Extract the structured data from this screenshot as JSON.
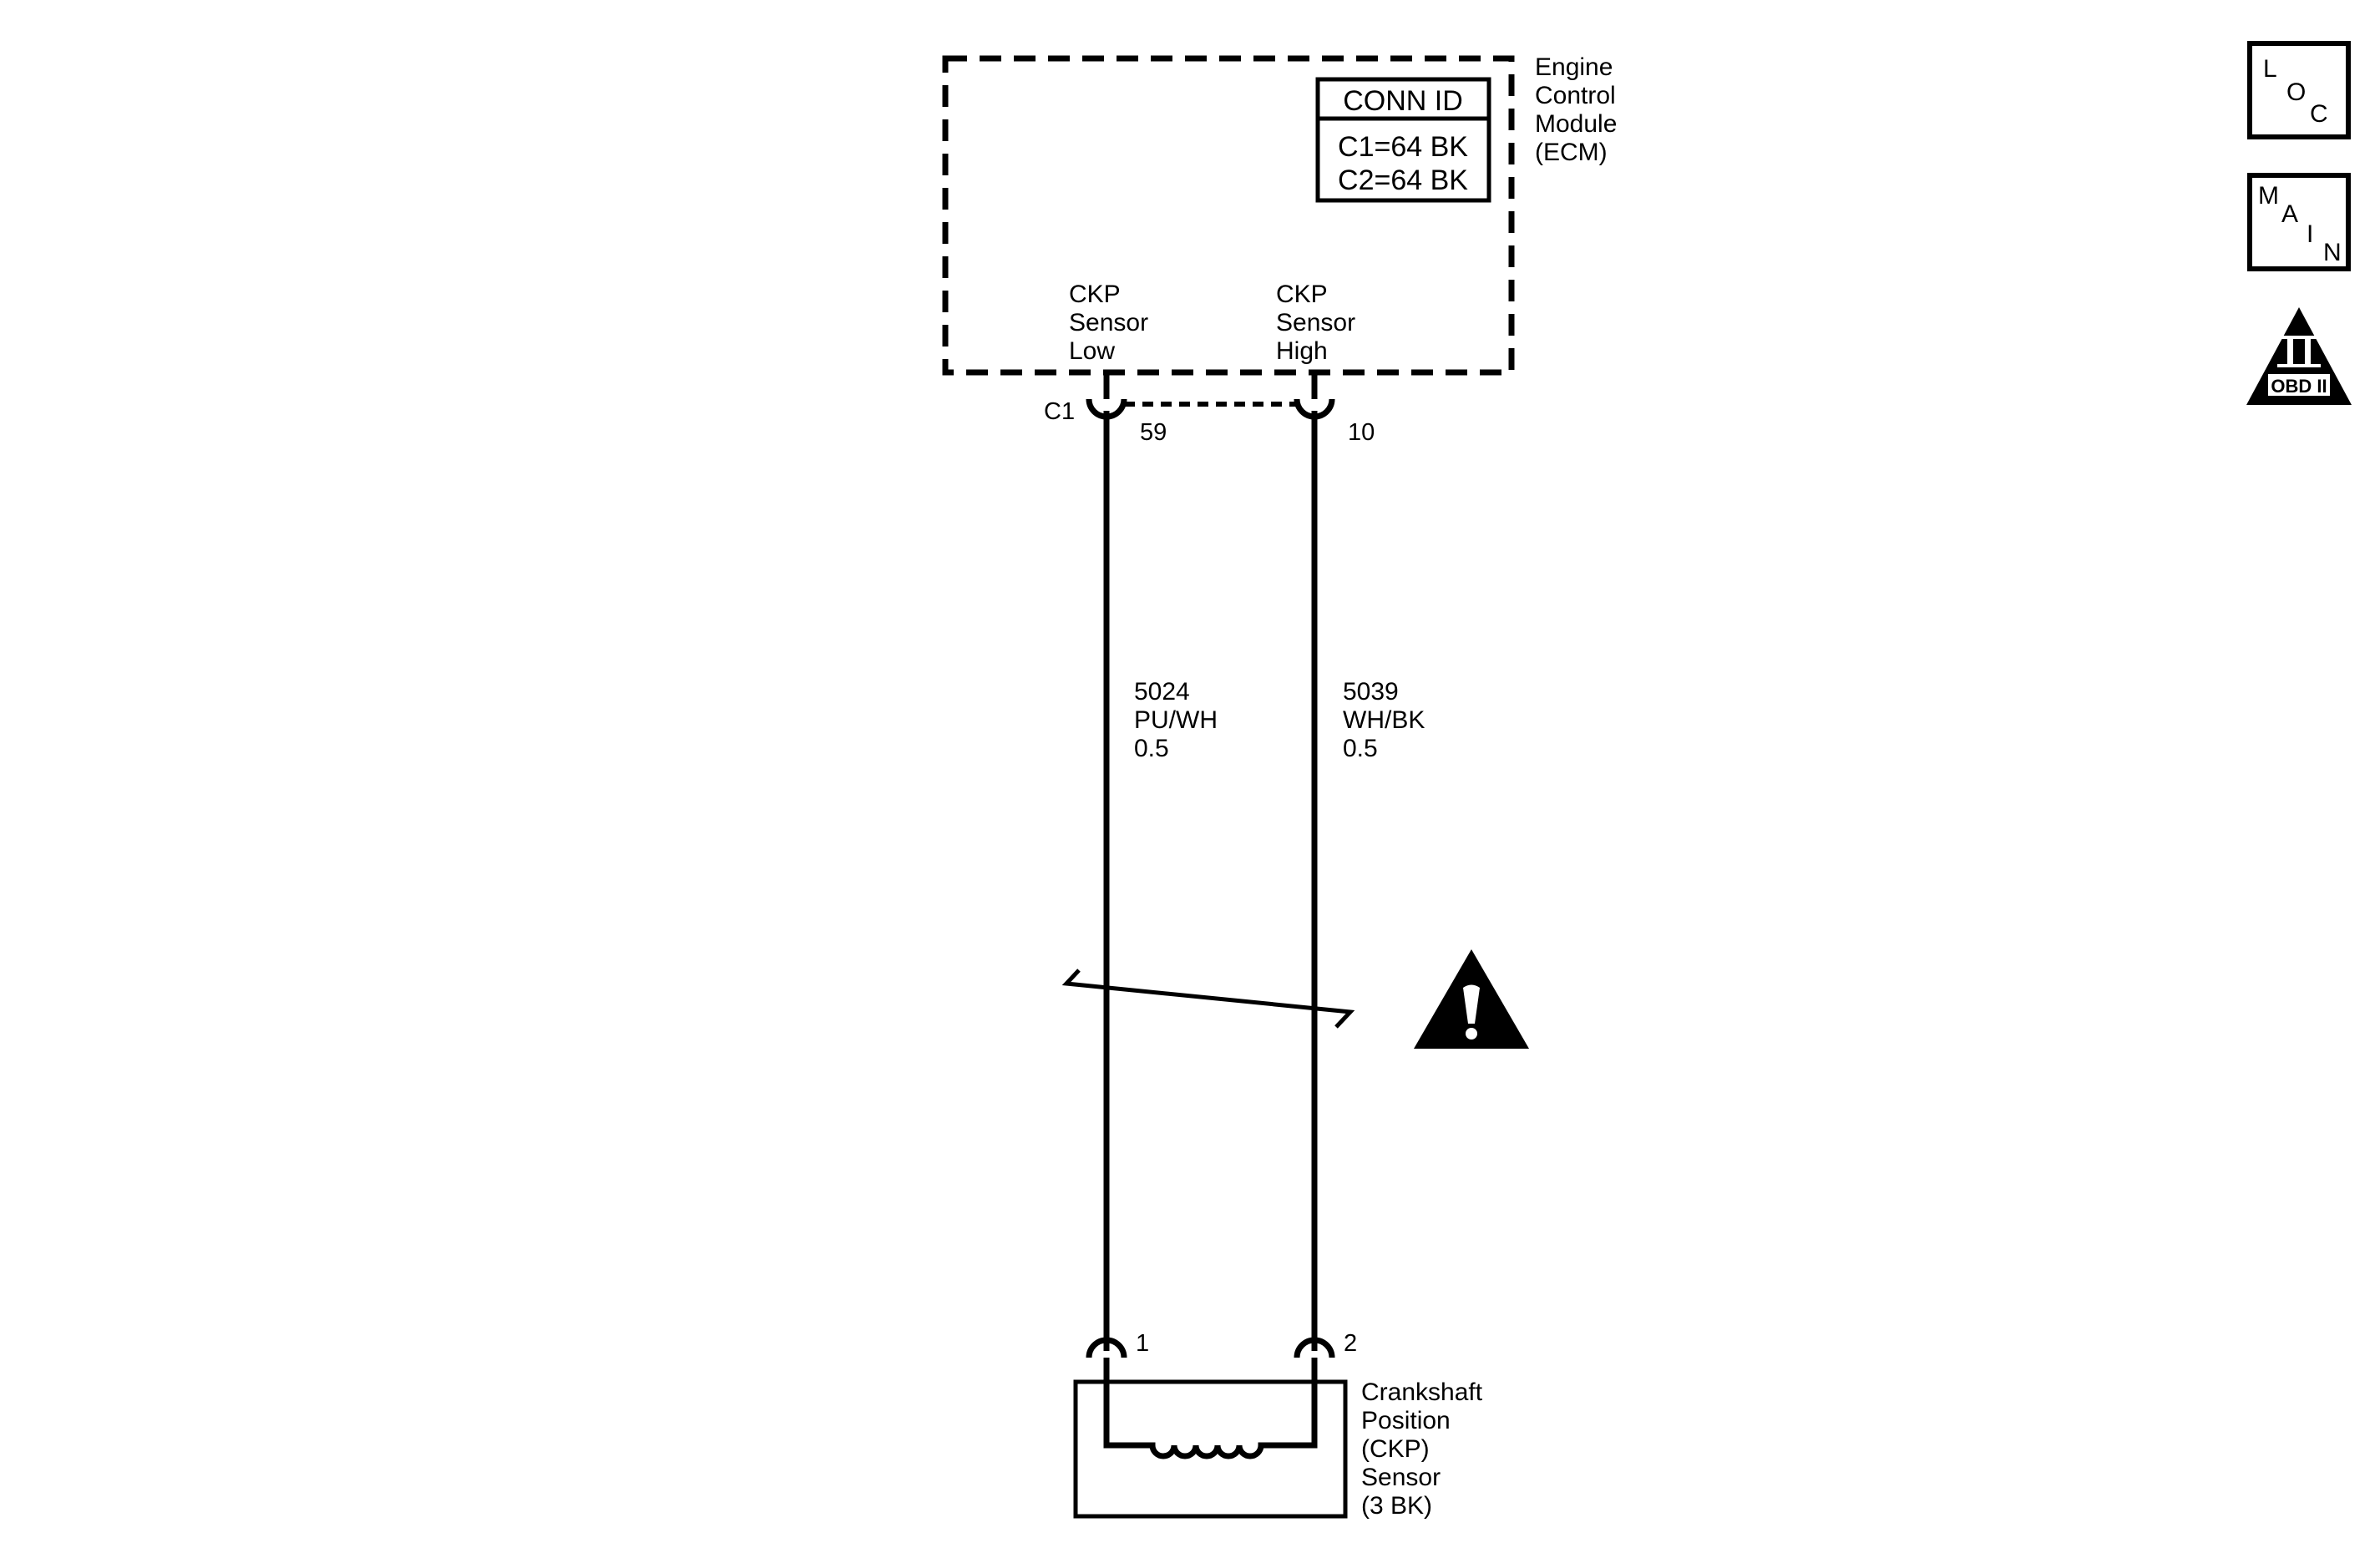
{
  "colors": {
    "ink": "#000000",
    "background": "#ffffff"
  },
  "ecm": {
    "label": [
      "Engine",
      "Control",
      "Module",
      "(ECM)"
    ],
    "conn_id": {
      "title": "CONN ID",
      "rows": [
        "C1=64 BK",
        "C2=64 BK"
      ]
    },
    "connector": "C1",
    "terminals": [
      {
        "label": [
          "CKP",
          "Sensor",
          "Low"
        ],
        "pin": "59"
      },
      {
        "label": [
          "CKP",
          "Sensor",
          "High"
        ],
        "pin": "10"
      }
    ]
  },
  "wires": [
    {
      "circuit": "5024",
      "color": "PU/WH",
      "gauge": "0.5"
    },
    {
      "circuit": "5039",
      "color": "WH/BK",
      "gauge": "0.5"
    }
  ],
  "sensor": {
    "label": [
      "Crankshaft",
      "Position",
      "(CKP)",
      "Sensor",
      "(3 BK)"
    ],
    "pins": [
      "1",
      "2"
    ]
  },
  "icons": [
    {
      "name": "loc-icon",
      "letters": [
        "L",
        "O",
        "C"
      ]
    },
    {
      "name": "main-icon",
      "letters": [
        "M",
        "A",
        "I",
        "N"
      ]
    },
    {
      "name": "obd2-icon",
      "roman": "II",
      "caption": "OBD II"
    },
    {
      "name": "caution-icon"
    }
  ]
}
